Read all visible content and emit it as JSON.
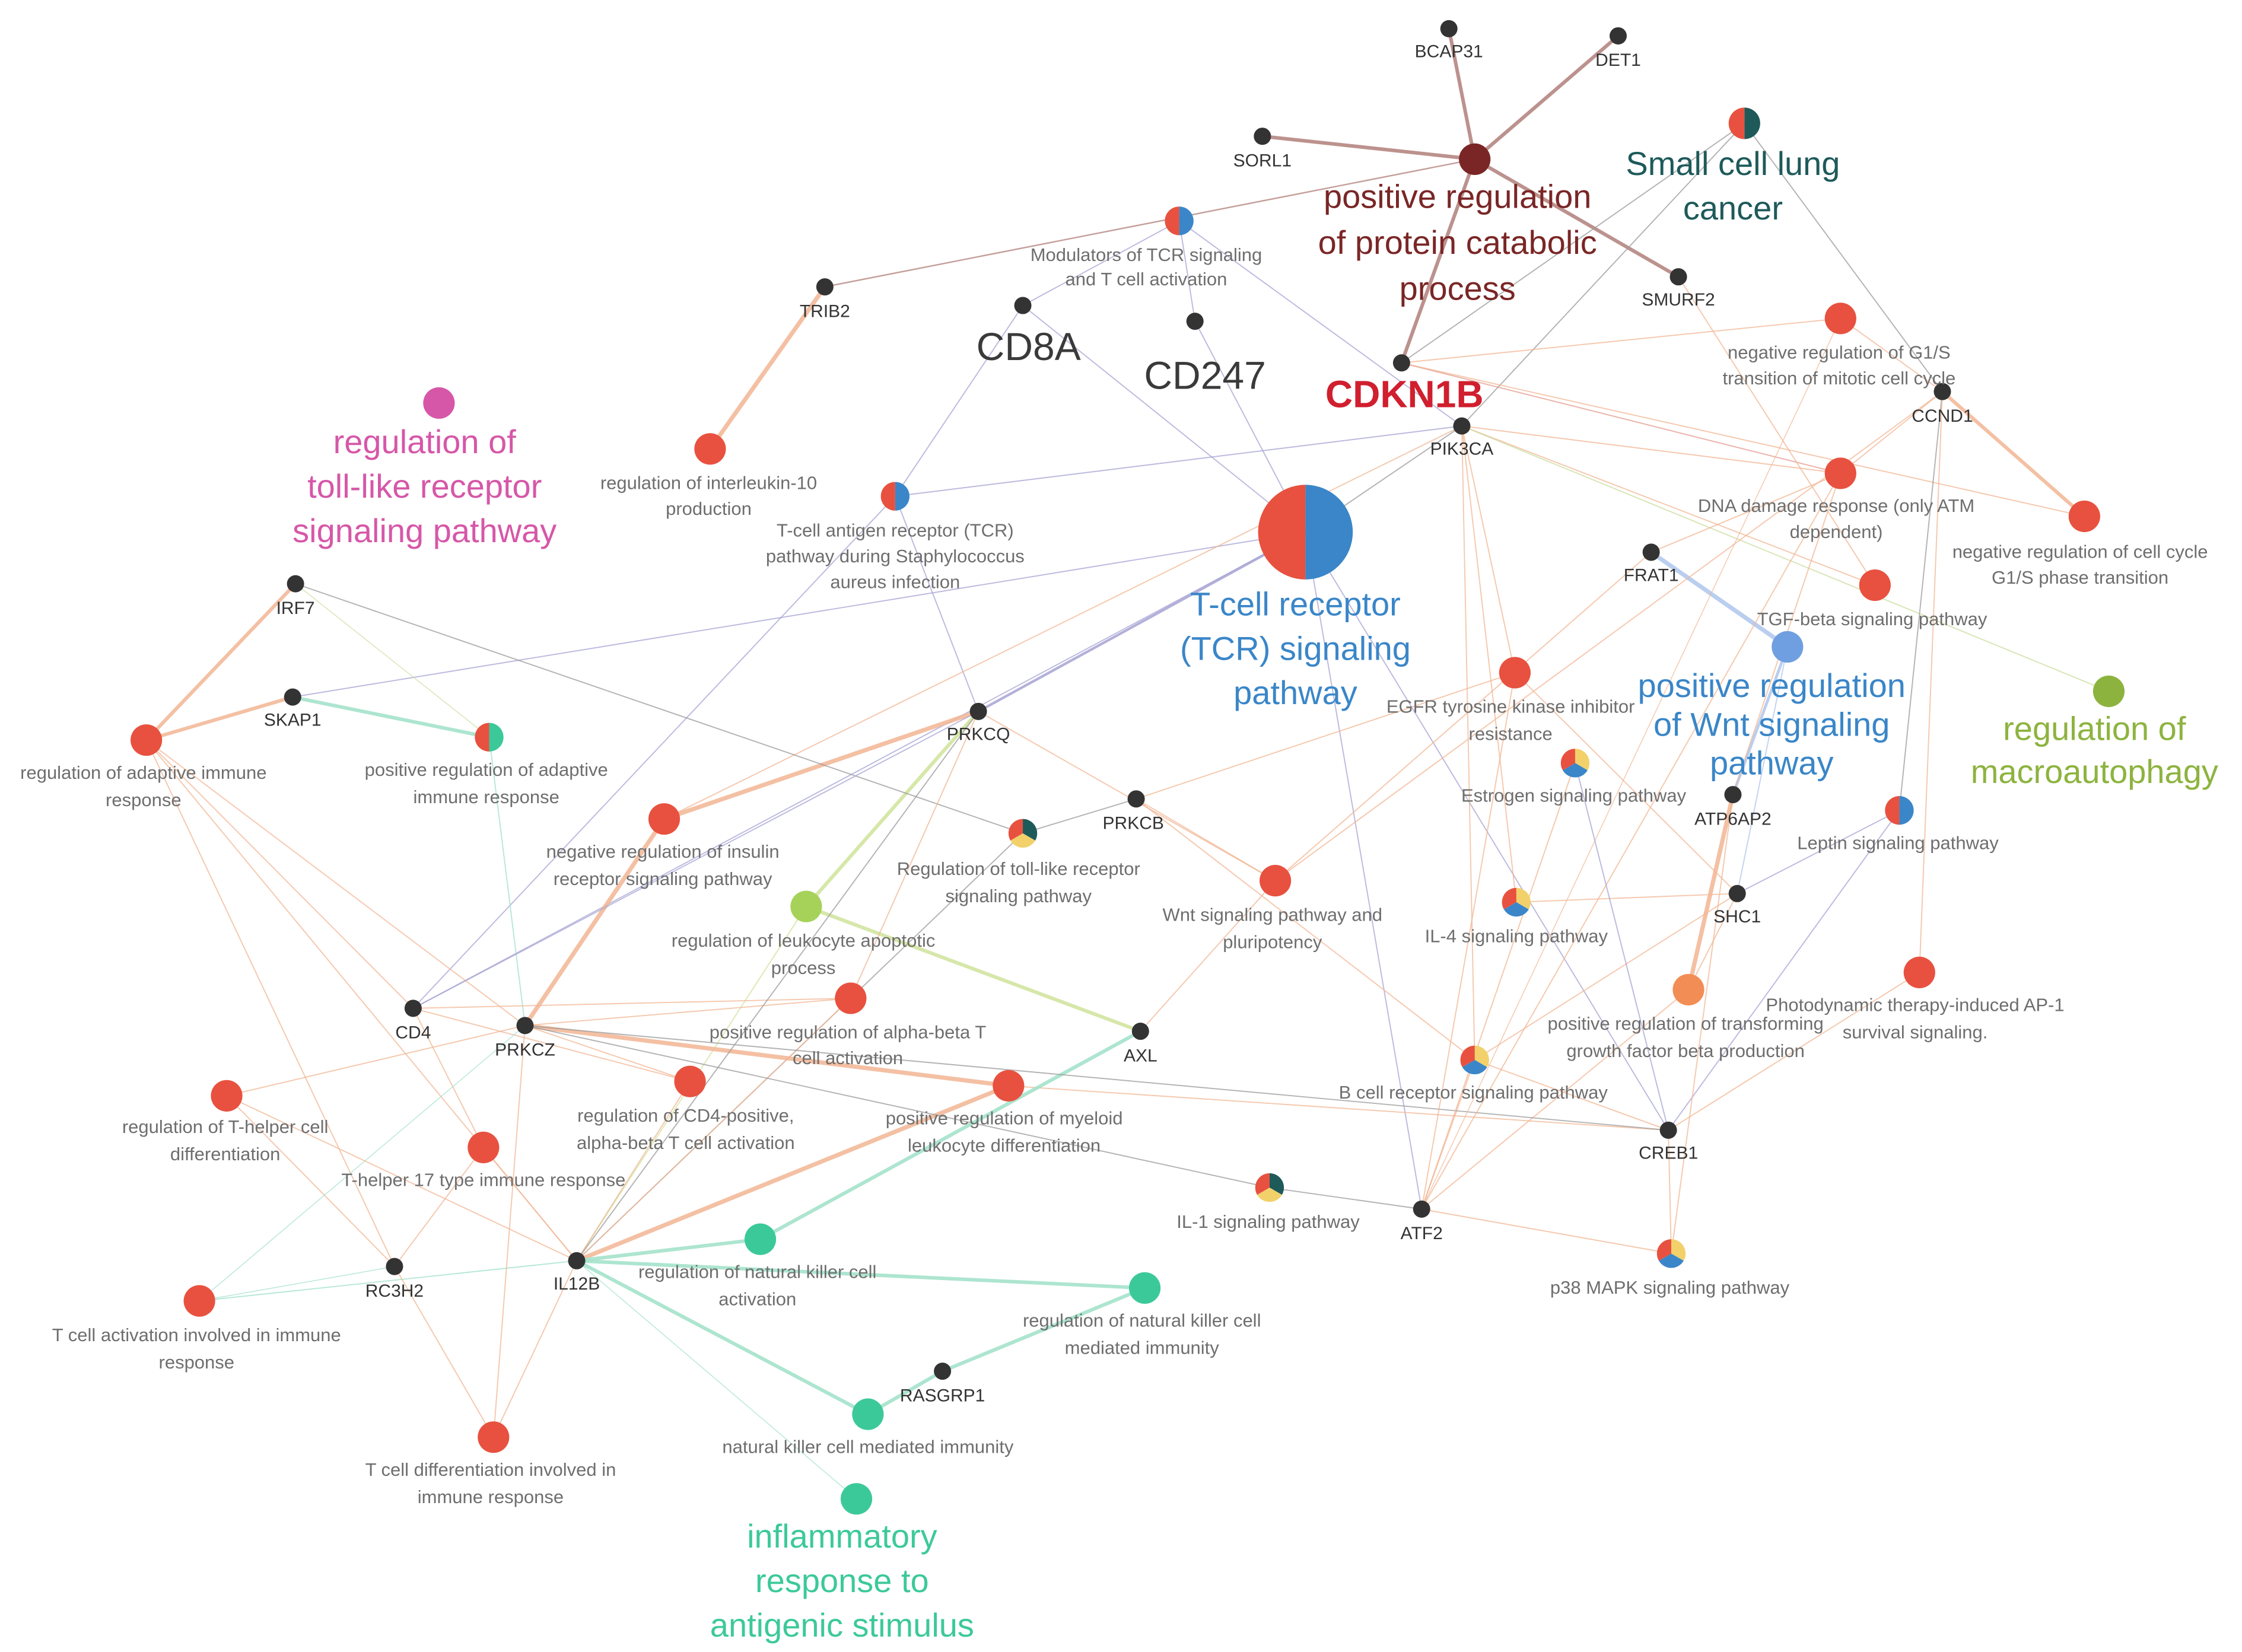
{
  "colors": {
    "red": "#e8513f",
    "blue": "#3a86c8",
    "yellow": "#f2d16b",
    "darkteal": "#1e5a5a",
    "maroon": "#7a2626",
    "magenta": "#d657a8",
    "green": "#8db33f",
    "lightgreen": "#a6d25a",
    "teal": "#3cc99a",
    "lightblue": "#6f9fe0",
    "orange": "#f28e55",
    "gene": "#333333"
  },
  "genes": [
    {
      "id": "BCAP31",
      "label": "BCAP31"
    },
    {
      "id": "DET1",
      "label": "DET1"
    },
    {
      "id": "SORL1",
      "label": "SORL1"
    },
    {
      "id": "TRIB2",
      "label": "TRIB2"
    },
    {
      "id": "CD8A",
      "label": "CD8A"
    },
    {
      "id": "CD247",
      "label": "CD247"
    },
    {
      "id": "SMURF2",
      "label": "SMURF2"
    },
    {
      "id": "CDKN1B",
      "label": "CDKN1B"
    },
    {
      "id": "PIK3CA",
      "label": "PIK3CA"
    },
    {
      "id": "CCND1",
      "label": "CCND1"
    },
    {
      "id": "IRF7",
      "label": "IRF7"
    },
    {
      "id": "FRAT1",
      "label": "FRAT1"
    },
    {
      "id": "SKAP1",
      "label": "SKAP1"
    },
    {
      "id": "PRKCQ",
      "label": "PRKCQ"
    },
    {
      "id": "PRKCB",
      "label": "PRKCB"
    },
    {
      "id": "ATP6AP2",
      "label": "ATP6AP2"
    },
    {
      "id": "SHC1",
      "label": "SHC1"
    },
    {
      "id": "CD4",
      "label": "CD4"
    },
    {
      "id": "PRKCZ",
      "label": "PRKCZ"
    },
    {
      "id": "AXL",
      "label": "AXL"
    },
    {
      "id": "CREB1",
      "label": "CREB1"
    },
    {
      "id": "ATF2",
      "label": "ATF2"
    },
    {
      "id": "RC3H2",
      "label": "RC3H2"
    },
    {
      "id": "IL12B",
      "label": "IL12B"
    },
    {
      "id": "RASGRP1",
      "label": "RASGRP1"
    }
  ],
  "terms": [
    {
      "id": "ppcp",
      "lines": [
        "positive regulation",
        "of protein catabolic",
        "process"
      ],
      "colors": [
        "maroon"
      ]
    },
    {
      "id": "sclc",
      "lines": [
        "Small cell lung",
        "cancer"
      ],
      "colors": [
        "darkteal",
        "red"
      ]
    },
    {
      "id": "modtcr",
      "lines": [
        "Modulators of TCR signaling",
        "and T cell activation"
      ],
      "colors": [
        "blue",
        "red"
      ]
    },
    {
      "id": "tlr",
      "lines": [
        "regulation of",
        "toll-like receptor",
        "signaling pathway"
      ],
      "colors": [
        "magenta"
      ]
    },
    {
      "id": "il10",
      "lines": [
        "regulation of interleukin-10",
        "production"
      ],
      "colors": [
        "red"
      ]
    },
    {
      "id": "tcrstaph",
      "lines": [
        "T-cell antigen receptor (TCR)",
        "pathway during Staphylococcus",
        "aureus infection"
      ],
      "colors": [
        "blue",
        "red"
      ]
    },
    {
      "id": "tcr",
      "lines": [
        "T-cell receptor",
        "(TCR) signaling",
        "pathway"
      ],
      "colors": [
        "blue",
        "red"
      ]
    },
    {
      "id": "g1s",
      "lines": [
        "negative regulation of G1/S",
        "transition of mitotic cell cycle"
      ],
      "colors": [
        "red"
      ]
    },
    {
      "id": "ddr",
      "lines": [
        "DNA damage response (only ATM",
        "dependent)"
      ],
      "colors": [
        "red"
      ]
    },
    {
      "id": "ncc",
      "lines": [
        "negative regulation of cell cycle",
        "G1/S phase transition"
      ],
      "colors": [
        "red"
      ]
    },
    {
      "id": "tgfb",
      "lines": [
        "TGF-beta signaling pathway"
      ],
      "colors": [
        "red"
      ]
    },
    {
      "id": "wnt",
      "lines": [
        "positive regulation",
        "of Wnt signaling",
        "pathway"
      ],
      "colors": [
        "lightblue"
      ]
    },
    {
      "id": "egfr",
      "lines": [
        "EGFR tyrosine kinase inhibitor",
        "resistance"
      ],
      "colors": [
        "red"
      ]
    },
    {
      "id": "macro",
      "lines": [
        "regulation of",
        "macroautophagy"
      ],
      "colors": [
        "green"
      ]
    },
    {
      "id": "adapt",
      "lines": [
        "regulation of adaptive immune",
        "response"
      ],
      "colors": [
        "red"
      ]
    },
    {
      "id": "posadapt",
      "lines": [
        "positive regulation of adaptive",
        "immune response"
      ],
      "colors": [
        "teal",
        "red"
      ]
    },
    {
      "id": "estro",
      "lines": [
        "Estrogen signaling pathway"
      ],
      "colors": [
        "yellow",
        "blue",
        "red"
      ]
    },
    {
      "id": "insulin",
      "lines": [
        "negative regulation of insulin",
        "receptor signaling pathway"
      ],
      "colors": [
        "red"
      ]
    },
    {
      "id": "tolllike",
      "lines": [
        "Regulation of toll-like receptor",
        "signaling pathway"
      ],
      "colors": [
        "darkteal",
        "yellow",
        "red"
      ]
    },
    {
      "id": "leptin",
      "lines": [
        "Leptin signaling pathway"
      ],
      "colors": [
        "blue",
        "red"
      ]
    },
    {
      "id": "wntpluri",
      "lines": [
        "Wnt signaling pathway and",
        "pluripotency"
      ],
      "colors": [
        "red"
      ]
    },
    {
      "id": "il4",
      "lines": [
        "IL-4 signaling pathway"
      ],
      "colors": [
        "yellow",
        "blue",
        "red"
      ]
    },
    {
      "id": "leukapop",
      "lines": [
        "regulation of leukocyte apoptotic",
        "process"
      ],
      "colors": [
        "lightgreen"
      ]
    },
    {
      "id": "ab",
      "lines": [
        "positive regulation of alpha-beta T",
        "cell activation"
      ],
      "colors": [
        "red"
      ]
    },
    {
      "id": "tgfbprod",
      "lines": [
        "positive regulation of transforming",
        "growth factor beta production"
      ],
      "colors": [
        "orange"
      ]
    },
    {
      "id": "ap1",
      "lines": [
        "Photodynamic therapy-induced AP-1",
        "survival signaling."
      ],
      "colors": [
        "red"
      ]
    },
    {
      "id": "bcr",
      "lines": [
        "B cell receptor signaling pathway"
      ],
      "colors": [
        "yellow",
        "blue",
        "red"
      ]
    },
    {
      "id": "th",
      "lines": [
        "regulation of T-helper cell",
        "differentiation"
      ],
      "colors": [
        "red"
      ]
    },
    {
      "id": "cd4ab",
      "lines": [
        "regulation of CD4-positive,",
        "alpha-beta T cell activation"
      ],
      "colors": [
        "red"
      ]
    },
    {
      "id": "myeloid",
      "lines": [
        "positive regulation of myeloid",
        "leukocyte differentiation"
      ],
      "colors": [
        "red"
      ]
    },
    {
      "id": "th17",
      "lines": [
        "T-helper 17 type immune response"
      ],
      "colors": [
        "red"
      ]
    },
    {
      "id": "il1",
      "lines": [
        "IL-1 signaling pathway"
      ],
      "colors": [
        "darkteal",
        "yellow",
        "red"
      ]
    },
    {
      "id": "nkact",
      "lines": [
        "regulation of natural killer cell",
        "activation"
      ],
      "colors": [
        "teal"
      ]
    },
    {
      "id": "nkmed",
      "lines": [
        "regulation of natural killer cell",
        "mediated immunity"
      ],
      "colors": [
        "teal"
      ]
    },
    {
      "id": "p38",
      "lines": [
        "p38 MAPK signaling pathway"
      ],
      "colors": [
        "yellow",
        "blue",
        "red"
      ]
    },
    {
      "id": "tcact",
      "lines": [
        "T cell activation involved in immune",
        "response"
      ],
      "colors": [
        "red"
      ]
    },
    {
      "id": "nkimm",
      "lines": [
        "natural killer cell mediated immunity"
      ],
      "colors": [
        "teal"
      ]
    },
    {
      "id": "tcdiff",
      "lines": [
        "T cell differentiation involved in",
        "immune response"
      ],
      "colors": [
        "red"
      ]
    },
    {
      "id": "inflam",
      "lines": [
        "inflammatory",
        "response to",
        "antigenic stimulus"
      ],
      "colors": [
        "teal"
      ]
    }
  ]
}
